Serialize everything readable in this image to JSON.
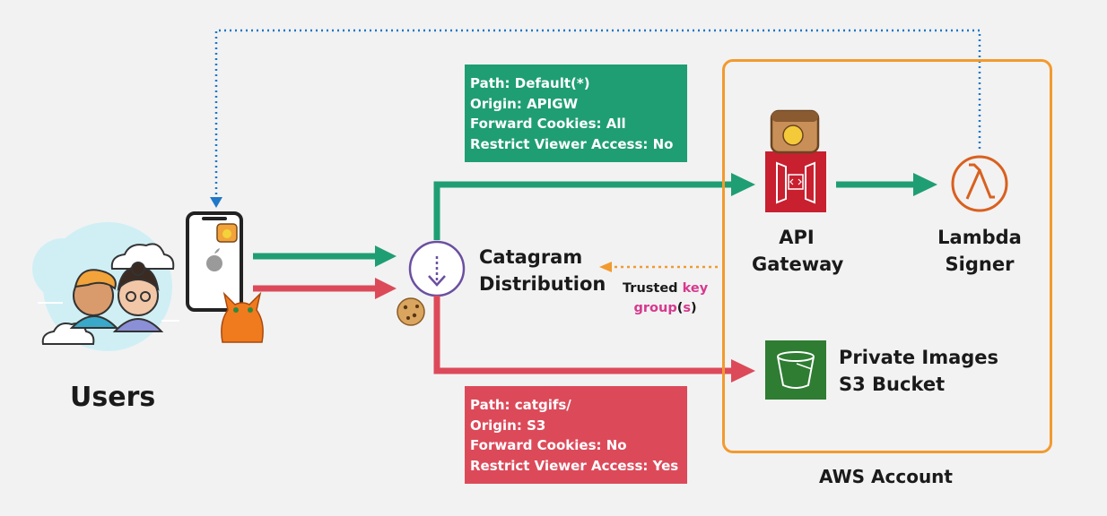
{
  "users": {
    "label": "Users"
  },
  "distribution": {
    "line1": "Catagram",
    "line2": "Distribution"
  },
  "api_gateway": {
    "line1": "API",
    "line2": "Gateway"
  },
  "lambda": {
    "line1": "Lambda",
    "line2": "Signer"
  },
  "s3": {
    "line1": "Private Images",
    "line2": "S3 Bucket"
  },
  "aws_account": {
    "label": "AWS Account"
  },
  "trusted": {
    "line1_a": "Trusted ",
    "line1_b": "key",
    "line2_a": "group",
    "line2_b": "(",
    "line2_c": "s",
    "line2_d": ")"
  },
  "default_behavior": {
    "lines": [
      "Path: Default(*)",
      "Origin: APIGW",
      "Forward Cookies: All",
      "Restrict Viewer Access: No"
    ]
  },
  "catgifs_behavior": {
    "lines": [
      "Path: catgifs/",
      "Origin: S3",
      "Forward Cookies: No",
      "Restrict Viewer Access: Yes"
    ]
  },
  "colors": {
    "green": "#1f9e73",
    "red": "#dc4a5a",
    "orange": "#f29a2e",
    "blue_dotted": "#1f78c8",
    "pink": "#d6398e",
    "purple": "#6b4fa0",
    "api_red": "#c8202f",
    "s3_green": "#2e7d32",
    "lambda_orange": "#d9601f"
  },
  "icons": [
    "phone-icon",
    "apple-icon",
    "cat-icon",
    "cookie-icon",
    "cloudfront-icon",
    "api-gateway-icon",
    "lambda-icon",
    "s3-bucket-icon",
    "photo-app-icon",
    "users-illustration"
  ]
}
